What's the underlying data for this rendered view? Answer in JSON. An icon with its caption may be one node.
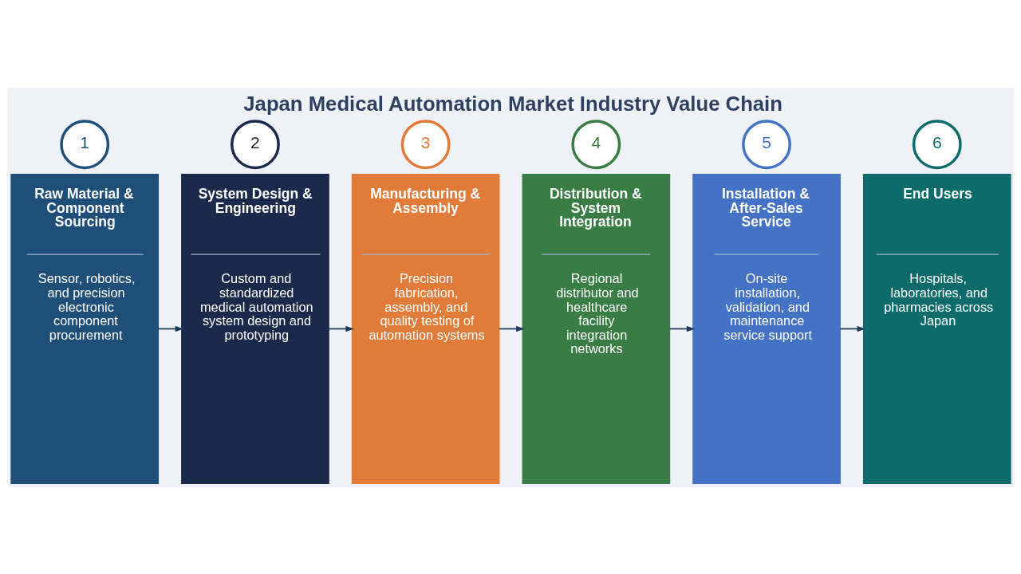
{
  "diagram": {
    "title": "Japan Medical Automation Market Industry Value Chain",
    "nodes": [
      {
        "text": [
          "1"
        ]
      },
      {
        "text": [
          "Raw Material & Component Sourcing",
          "Sensor, robotics, and precision electronic component procurement"
        ]
      },
      {
        "text": [
          "2"
        ]
      },
      {
        "text": [
          "System Design & Engineering",
          "Custom and standardized medical automation system design and prototyping"
        ]
      },
      {
        "text": [
          "3"
        ]
      },
      {
        "text": [
          "Manufacturing & Assembly",
          "Precision fabrication, assembly, and quality testing of automation systems"
        ]
      },
      {
        "text": [
          "4"
        ]
      },
      {
        "text": [
          "Distribution & System Integration",
          "Regional distributor and healthcare facility integration networks"
        ]
      },
      {
        "text": [
          "5"
        ]
      },
      {
        "text": [
          "Installation & After-Sales Service",
          "On-site installation, validation, and maintenance service support"
        ]
      },
      {
        "text": [
          "6"
        ]
      },
      {
        "text": [
          "End Users",
          "Hospitals, laboratories, and pharmacies across Japan"
        ]
      }
    ],
    "edges": [
      {
        "from": 1,
        "to": 3,
        "arrow": "to"
      },
      {
        "from": 3,
        "to": 5,
        "arrow": "to"
      },
      {
        "from": 5,
        "to": 7,
        "arrow": "to"
      },
      {
        "from": 7,
        "to": 9,
        "arrow": "to"
      },
      {
        "from": 9,
        "to": 11,
        "arrow": "to"
      }
    ]
  }
}
